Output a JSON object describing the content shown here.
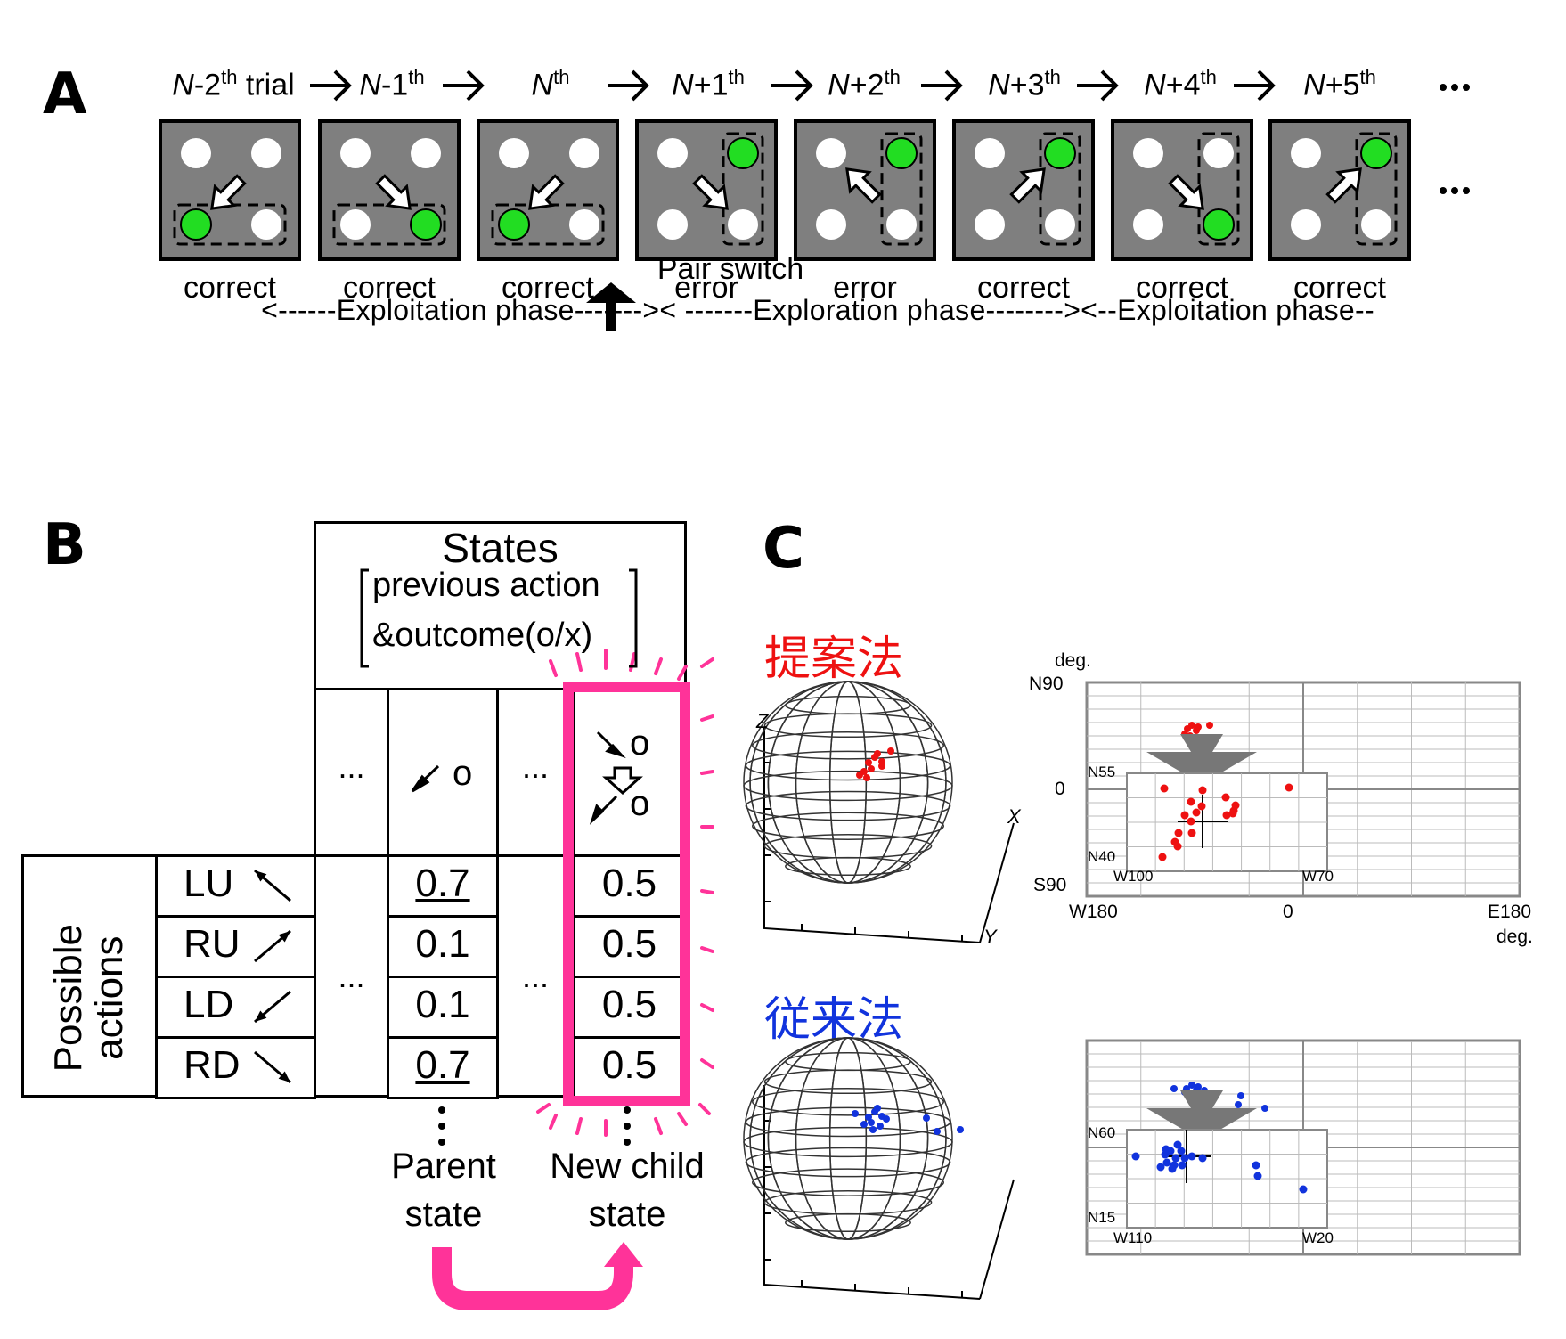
{
  "panel_a": {
    "letter": "A",
    "trials": [
      {
        "pre": "N",
        "mid": "-2",
        "sup": "th",
        "post": " trial",
        "outcome": "correct",
        "green": "LD",
        "box": "bottom",
        "arrow": "LD"
      },
      {
        "pre": "N",
        "mid": "-1",
        "sup": "th",
        "post": "",
        "outcome": "correct",
        "green": "RD",
        "box": "bottom",
        "arrow": "RD"
      },
      {
        "pre": "N",
        "mid": "",
        "sup": "th",
        "post": "",
        "outcome": "correct",
        "green": "LD",
        "box": "bottom",
        "arrow": "LD"
      },
      {
        "pre": "N",
        "mid": "+1",
        "sup": "th",
        "post": "",
        "outcome": "error",
        "green": "RU",
        "box": "right",
        "arrow": "RD"
      },
      {
        "pre": "N",
        "mid": "+2",
        "sup": "th",
        "post": "",
        "outcome": "error",
        "green": "RU",
        "box": "right",
        "arrow": "LU"
      },
      {
        "pre": "N",
        "mid": "+3",
        "sup": "th",
        "post": "",
        "outcome": "correct",
        "green": "RU",
        "box": "right",
        "arrow": "RU"
      },
      {
        "pre": "N",
        "mid": "+4",
        "sup": "th",
        "post": "",
        "outcome": "correct",
        "green": "RD",
        "box": "right",
        "arrow": "RD"
      },
      {
        "pre": "N",
        "mid": "+5",
        "sup": "th",
        "post": "",
        "outcome": "correct",
        "green": "RU",
        "box": "right",
        "arrow": "RU"
      }
    ],
    "ellipsis": "...",
    "pair_switch": "Pair switch",
    "phases": "<------Exploitation phase------->< -------Exploration phase--------><--Exploitation phase--"
  },
  "panel_b": {
    "letter": "B",
    "states_title": "States",
    "states_line1": "previous action",
    "states_line2": "&outcome(o/x)",
    "ellipsis": "...",
    "parent_header": "o",
    "child_top": "o",
    "child_bottom": "o",
    "possible_1": "Possible",
    "possible_2": "actions",
    "actions": [
      "LU",
      "RU",
      "LD",
      "RD"
    ],
    "parent_values": [
      "0.7",
      "0.1",
      "0.1",
      "0.7"
    ],
    "child_values": [
      "0.5",
      "0.5",
      "0.5",
      "0.5"
    ],
    "parent_label_1": "Parent",
    "parent_label_2": "state",
    "child_label_1": "New child",
    "child_label_2": "state",
    "accent_color": "#ff3399"
  },
  "panel_c": {
    "letter": "C",
    "proposed": "提案法",
    "conventional": "従来法",
    "proposed_color": "#ee1111",
    "conventional_color": "#1133dd",
    "axis_z": "Z",
    "axis_x": "X",
    "axis_y": "Y",
    "map_deg_top": "deg.",
    "map_n90": "N90",
    "map_zero": "0",
    "map_s90": "S90",
    "map_w180": "W180",
    "map_x0": "0",
    "map_e180": "E180",
    "map_deg_bottom": "deg.",
    "inset1": {
      "n_top": "N55",
      "n_bottom": "N40",
      "w_left": "W100",
      "w_right": "W70"
    },
    "inset2": {
      "n_top": "N60",
      "n_bottom": "N15",
      "w_left": "W110",
      "w_right": "W20"
    }
  }
}
